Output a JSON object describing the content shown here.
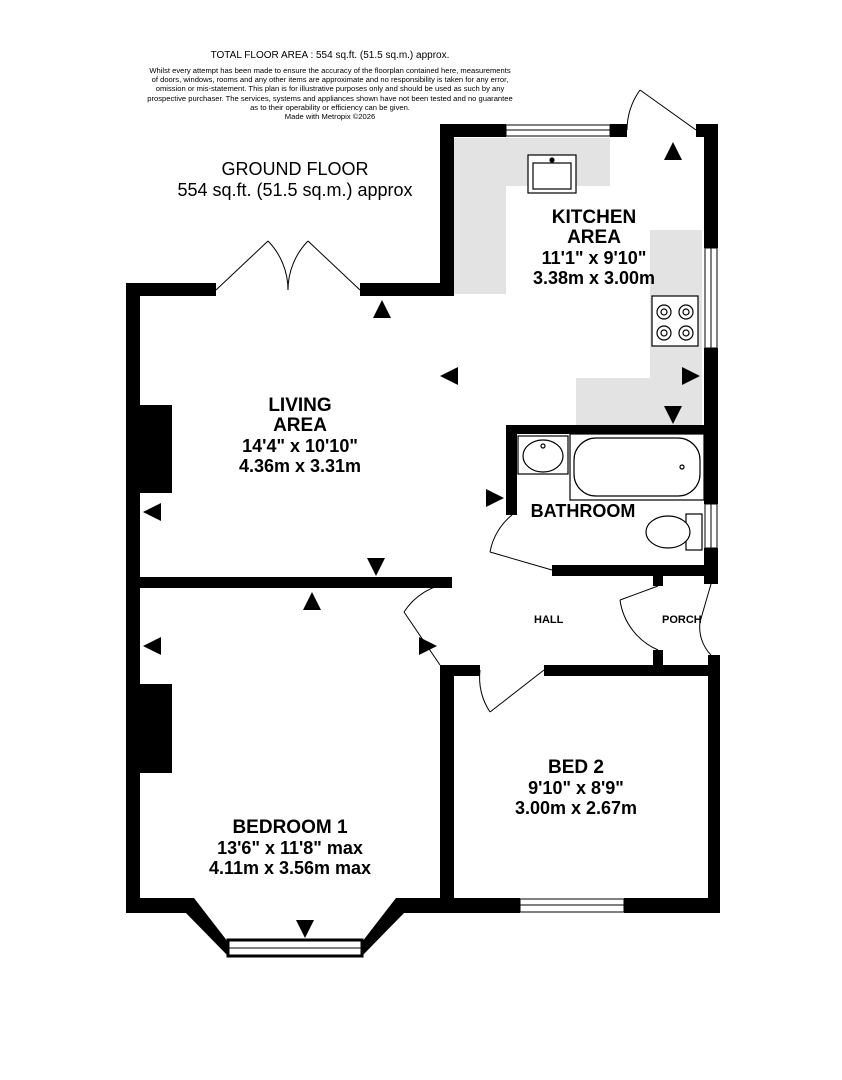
{
  "header": {
    "total_area": "TOTAL FLOOR AREA : 554 sq.ft. (51.5 sq.m.) approx.",
    "disclaimer": [
      "Whilst every attempt has been made to ensure the accuracy of the floorplan contained here, measurements",
      "of doors, windows, rooms and any other items are approximate and no responsibility is taken for any error,",
      "omission or mis-statement. This plan is for illustrative purposes only and should be used as such by any",
      "prospective purchaser. The services, systems and appliances shown have not been tested and no guarantee",
      "as to their operability or efficiency can be given.",
      "Made with Metropix ©2026"
    ]
  },
  "floor": {
    "name": "GROUND FLOOR",
    "area": "554 sq.ft. (51.5 sq.m.) approx"
  },
  "rooms": {
    "kitchen": {
      "name1": "KITCHEN",
      "name2": "AREA",
      "imperial": "11'1\"  x 9'10\"",
      "metric": "3.38m  x 3.00m"
    },
    "living": {
      "name1": "LIVING",
      "name2": "AREA",
      "imperial": "14'4\"  x 10'10\"",
      "metric": "4.36m  x 3.31m"
    },
    "bathroom": {
      "name": "BATHROOM"
    },
    "hall": {
      "name": "HALL"
    },
    "porch": {
      "name": "PORCH"
    },
    "bedroom1": {
      "name": "BEDROOM 1",
      "imperial": "13'6\"  x 11'8\" max",
      "metric": "4.11m  x 3.56m max"
    },
    "bed2": {
      "name": "BED 2",
      "imperial": "9'10\"  x 8'9\"",
      "metric": "3.00m  x 2.67m"
    }
  },
  "colors": {
    "wall": "#000000",
    "counter": "#e3e3e3",
    "background": "#ffffff"
  },
  "icons": [
    "sink-icon",
    "hob-icon",
    "bath-icon",
    "basin-icon",
    "toilet-icon",
    "door-arc-icon",
    "window-icon",
    "measure-arrow-icon",
    "chimney-breast-icon"
  ]
}
